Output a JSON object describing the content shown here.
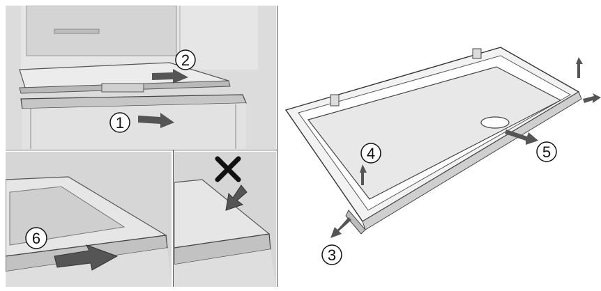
{
  "steps": {
    "s1": "1",
    "s2": "2",
    "s3": "3",
    "s4": "4",
    "s5": "5",
    "s6": "6"
  },
  "icons": {
    "cross": "cross-icon",
    "arrow": "arrow-icon"
  },
  "colors": {
    "photo_bg": "#d9d9d9",
    "line": "#333333",
    "arrow_fill": "#555555",
    "glass": "#e8e8e8"
  }
}
